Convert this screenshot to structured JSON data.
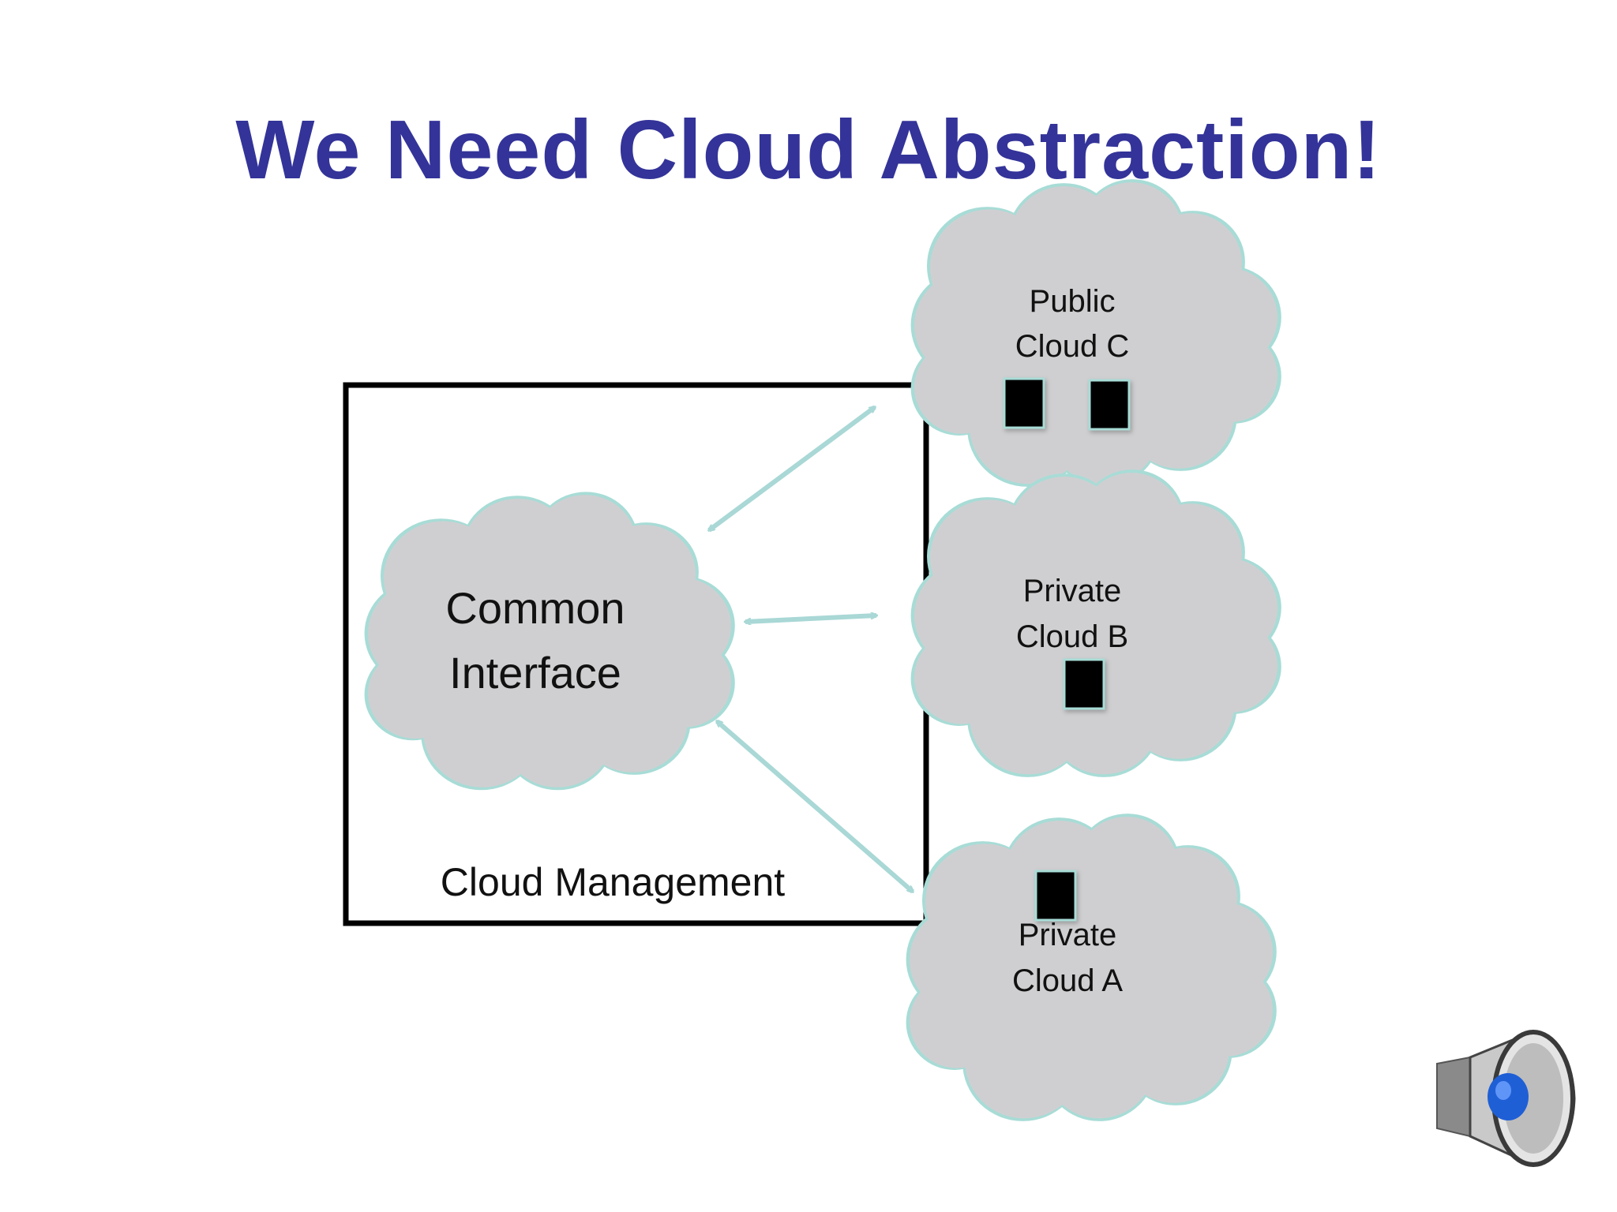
{
  "slide": {
    "title": "We Need Cloud Abstraction!"
  },
  "diagram": {
    "management_box": {
      "label": "Cloud Management"
    },
    "common_interface": {
      "line1": "Common",
      "line2": "Interface"
    },
    "clouds": [
      {
        "id": "public-cloud-c",
        "line1": "Public",
        "line2": "Cloud C",
        "vm_count": 2
      },
      {
        "id": "private-cloud-b",
        "line1": "Private",
        "line2": "Cloud B",
        "vm_count": 1
      },
      {
        "id": "private-cloud-a",
        "line1": "Private",
        "line2": "Cloud A",
        "vm_count": 1
      }
    ],
    "connections": [
      {
        "from": "common-interface",
        "to": "public-cloud-c",
        "bidirectional": true
      },
      {
        "from": "common-interface",
        "to": "private-cloud-b",
        "bidirectional": true
      },
      {
        "from": "common-interface",
        "to": "private-cloud-a",
        "bidirectional": true
      }
    ]
  },
  "controls": {
    "audio_icon": "speaker-icon"
  },
  "colors": {
    "title": "#333399",
    "cloud_fill": "#cfcfd1",
    "cloud_outline": "#a8dcd6",
    "arrow": "#a9d8d6",
    "box_border": "#000000",
    "vm": "#000000",
    "speaker_accent": "#1f5fd6"
  }
}
